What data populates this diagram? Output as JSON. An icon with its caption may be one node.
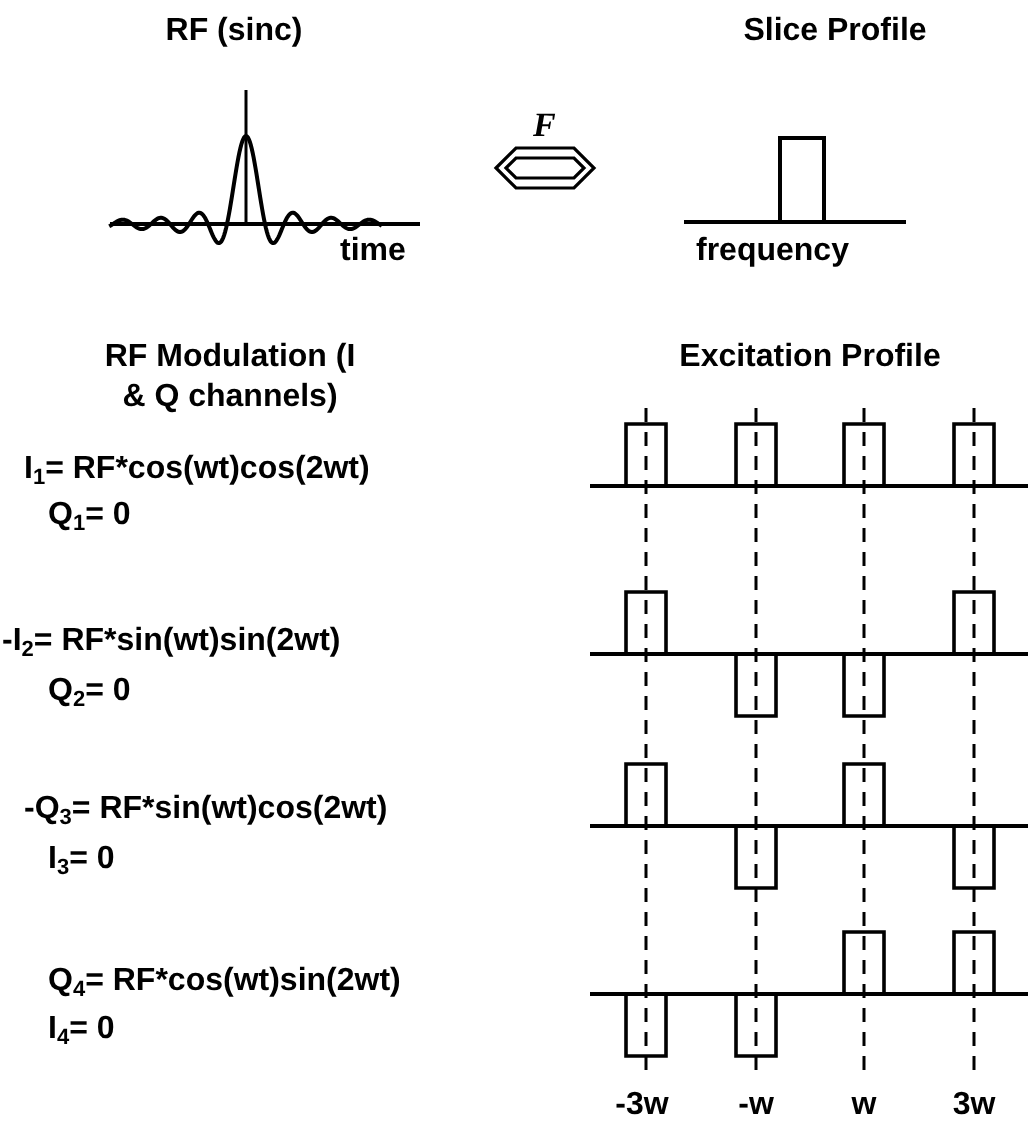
{
  "diagram": {
    "nodes": [
      {
        "text": [
          "RF (sinc)",
          "time"
        ]
      },
      {
        "text": [
          "Slice Profile",
          "frequency"
        ]
      }
    ],
    "edges": [
      {
        "from": 0,
        "to": 1,
        "arrow": "both",
        "label": "F"
      }
    ],
    "labels": [
      "RF Modulation (I & Q channels)",
      "Excitation Profile",
      "I$_{1}$= RF*cos(wt)cos(2wt)",
      "Q$_{1}$= 0",
      "-I$_{2}$= RF*sin(wt)sin(2wt)",
      "Q$_{2}$= 0",
      "-Q$_{3}$= RF*sin(wt)cos(2wt)",
      "I$_{3}$= 0",
      "Q$_{4}$= RF*cos(wt)sin(2wt)",
      "I$_{4}$= 0",
      "-3w",
      "-w",
      "w",
      "3w"
    ]
  }
}
